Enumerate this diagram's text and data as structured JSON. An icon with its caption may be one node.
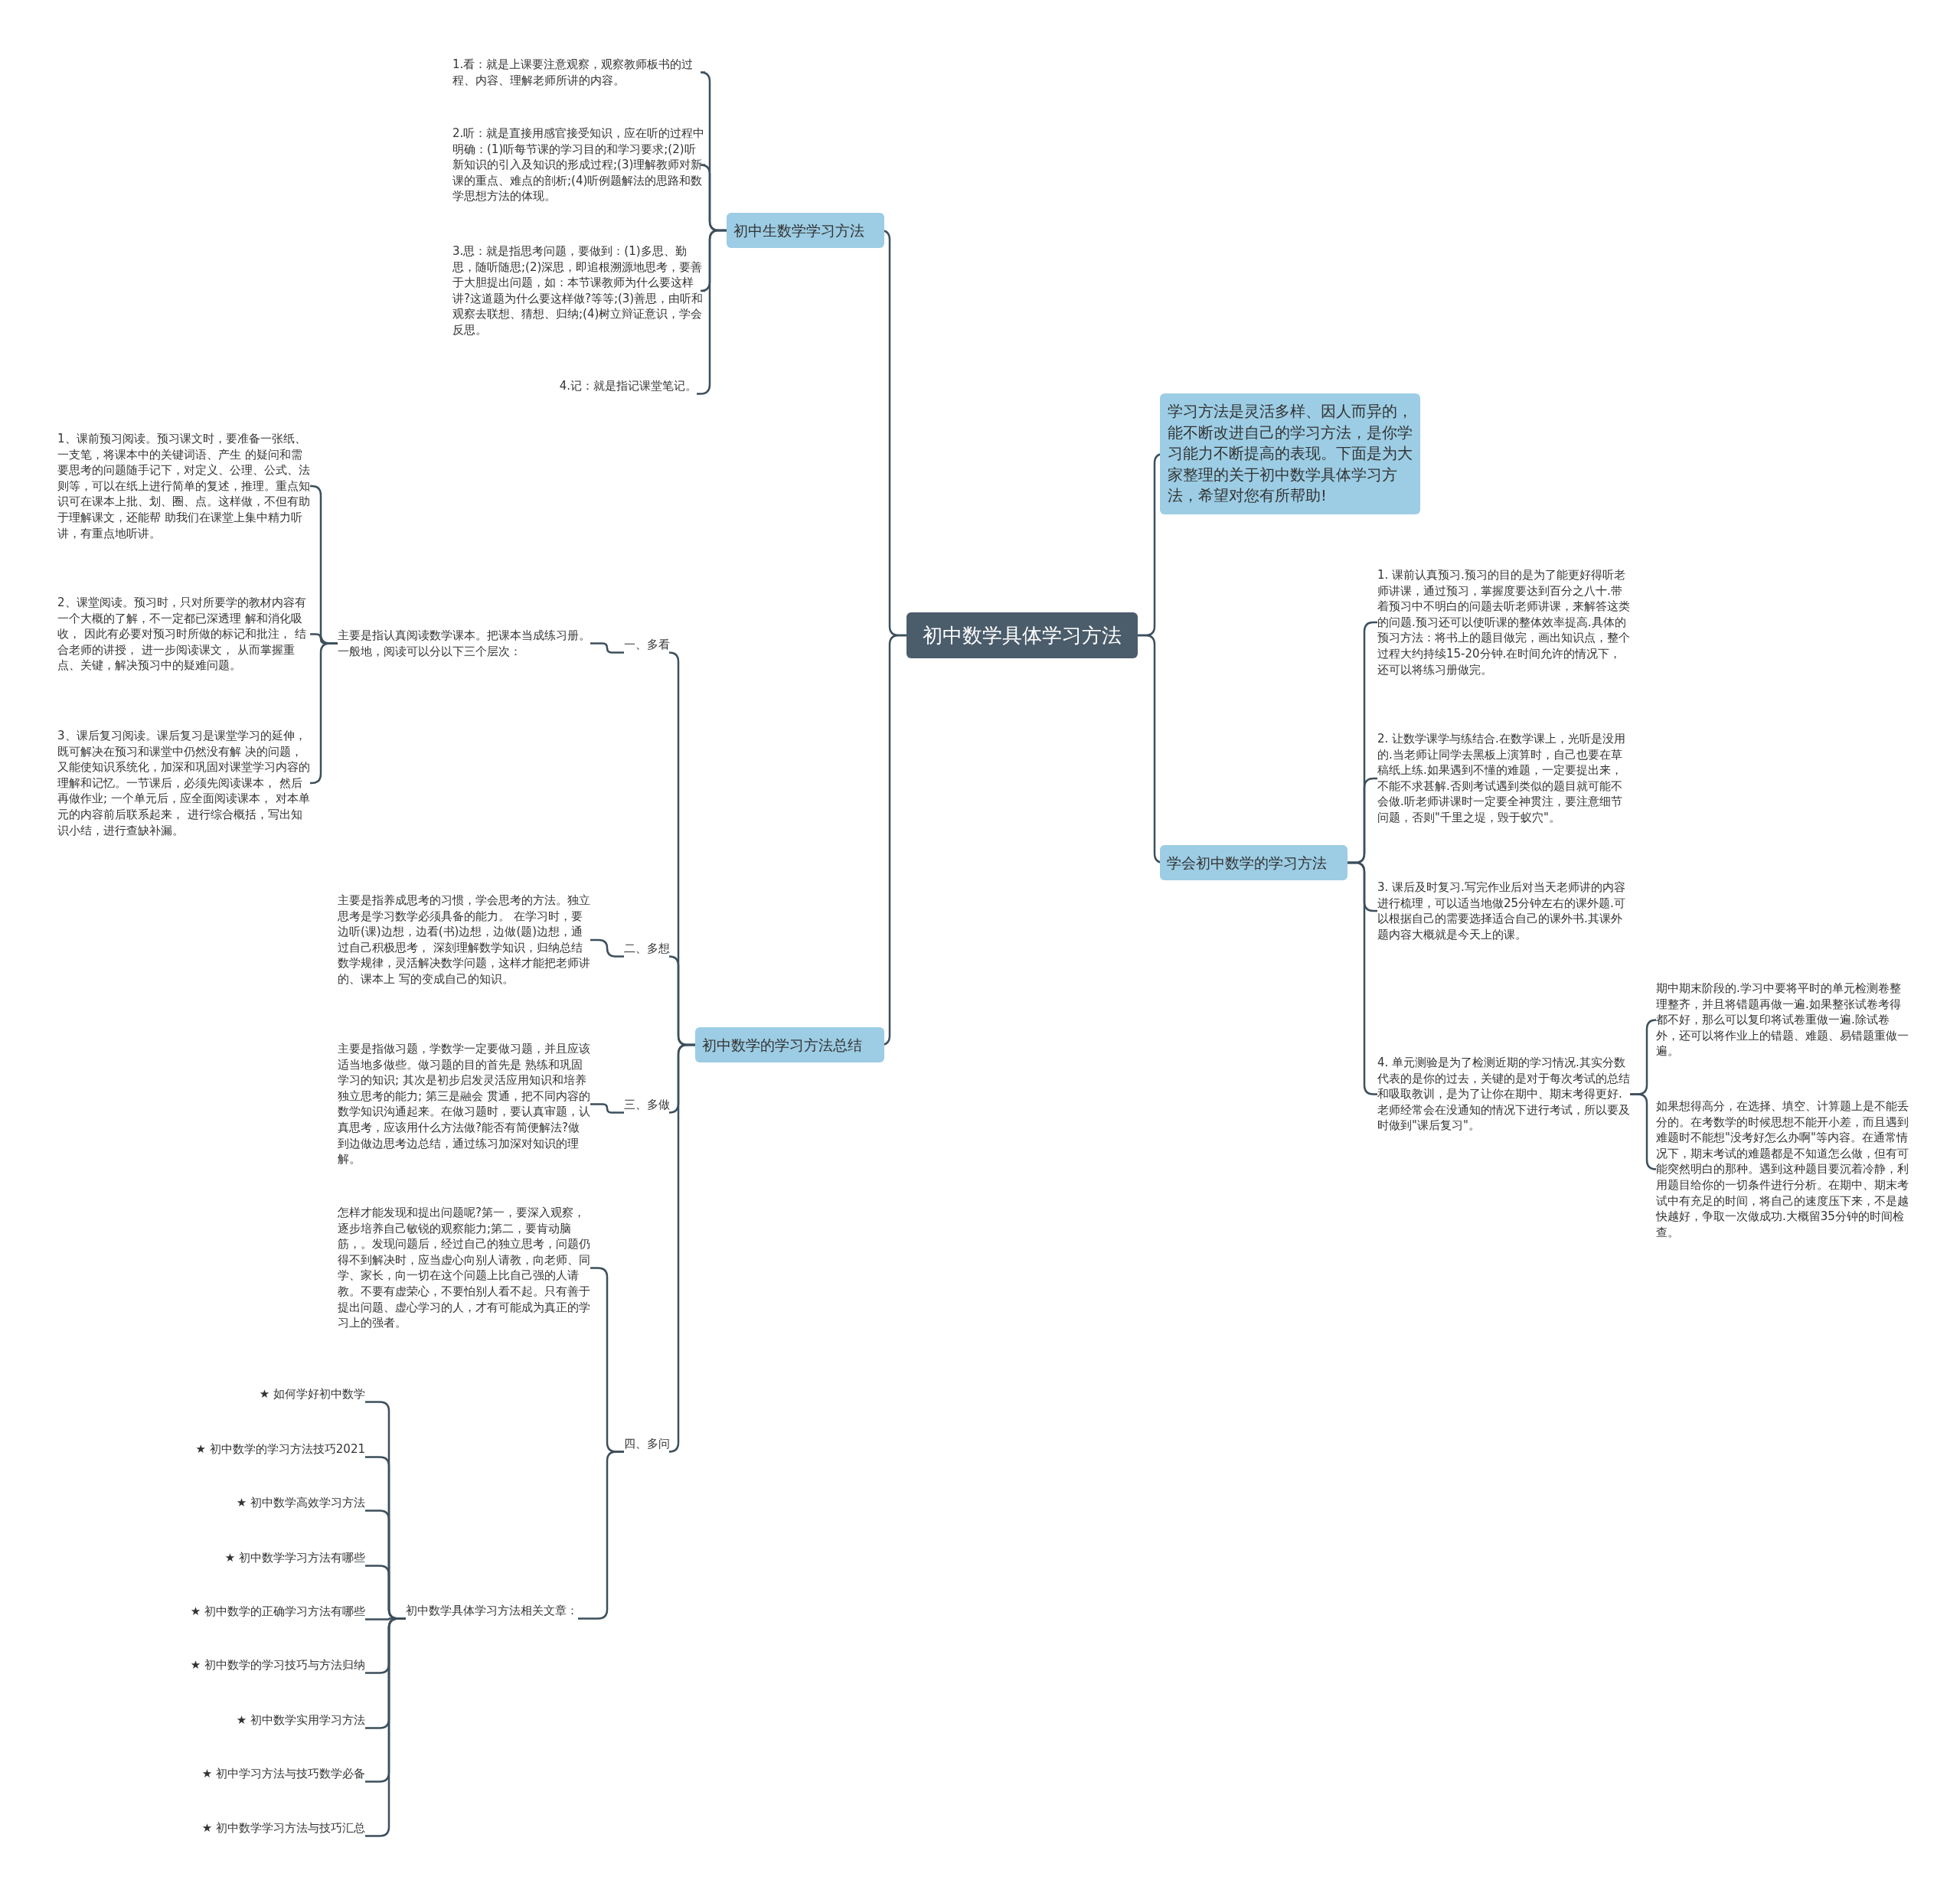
{
  "diagram": {
    "nodes": [
      {
        "text": [
          "初中数学具体学习方法"
        ]
      },
      {
        "text": [
          "初中生数学学习方法"
        ]
      },
      {
        "text": [
          "1.看：就是上课要注意观察，观察教师板书的过程、内容、理解老师所讲的内容。"
        ]
      },
      {
        "text": [
          "2.听：就是直接用感官接受知识，应在听的过程中明确：(1)听每节课的学习目的和学习要求;(2)听新知识的引入及知识的形成过程;(3)理解教师对新课的重点、难点的剖析;(4)听例题解法的思路和数学思想方法的体现。"
        ]
      },
      {
        "text": [
          "3.思：就是指思考问题，要做到：(1)多思、勤思，随听随思;(2)深思，即追根溯源地思考，要善于大胆提出问题，如：本节课教师为什么要这样讲?这道题为什么要这样做?等等;(3)善思，由听和观察去联想、猜想、归纳;(4)树立辩证意识，学会反思。"
        ]
      },
      {
        "text": [
          "4.记：就是指记课堂笔记。"
        ]
      },
      {
        "text": [
          "初中数学的学习方法总结"
        ]
      },
      {
        "text": [
          "一、多看"
        ]
      },
      {
        "text": [
          "主要是指认真阅读数学课本。把课本当成练习册。一般地，阅读可以分以下三个层次："
        ]
      },
      {
        "text": [
          "1、课前预习阅读。预习课文时，要准备一张纸、一支笔，将课本中的关键词语、产生 的疑问和需要思考的问题随手记下，对定义、公理、公式、法则等，可以在纸上进行简单的复述，推理。重点知识可在课本上批、划、圈、点。这样做，不但有助于理解课文，还能帮 助我们在课堂上集中精力听讲，有重点地听讲。"
        ]
      },
      {
        "text": [
          "2、课堂阅读。预习时，只对所要学的教材内容有一个大概的了解，不一定都已深透理 解和消化吸收， 因此有必要对预习时所做的标记和批注， 结合老师的讲授， 进一步阅读课文， 从而掌握重点、关键，解决预习中的疑难问题。"
        ]
      },
      {
        "text": [
          "3、课后复习阅读。课后复习是课堂学习的延伸，既可解决在预习和课堂中仍然没有解 决的问题，又能使知识系统化，加深和巩固对课堂学习内容的理解和记忆。一节课后，必须先阅读课本， 然后再做作业; 一个单元后，应全面阅读课本， 对本单元的内容前后联系起来， 进行综合概括，写出知识小结，进行查缺补漏。"
        ]
      },
      {
        "text": [
          "二、多想"
        ]
      },
      {
        "text": [
          "主要是指养成思考的习惯，学会思考的方法。独立思考是学习数学必须具备的能力。 在学习时，要边听(课)边想，边看(书)边想，边做(题)边想，通过自己积极思考， 深刻理解数学知识，归纳总结数学规律，灵活解决数学问题，这样才能把老师讲的、课本上 写的变成自己的知识。"
        ]
      },
      {
        "text": [
          "三、多做"
        ]
      },
      {
        "text": [
          "主要是指做习题，学数学一定要做习题，并且应该适当地多做些。做习题的目的首先是 熟练和巩固学习的知识; 其次是初步启发灵活应用知识和培养独立思考的能力; 第三是融会 贯通，把不同内容的数学知识沟通起来。在做习题时，要认真审题，认真思考，应该用什么方法做?能否有简便解法?做到边做边思考边总结，通过练习加深对知识的理解。"
        ]
      },
      {
        "text": [
          "四、多问"
        ]
      },
      {
        "text": [
          "怎样才能发现和提出问题呢?第一，要深入观察，逐步培养自己敏锐的观察能力;第二，要肯动脑筋，。发现问题后，经过自己的独立思考，问题仍得不到解决时，应当虚心向别人请教，向老师、同学、家长，向一切在这个问题上比自己强的人请教。不要有虚荣心，不要怕别人看不起。只有善于提出问题、虚心学习的人，才有可能成为真正的学习上的强者。"
        ]
      },
      {
        "text": [
          "初中数学具体学习方法相关文章："
        ]
      },
      {
        "text": [
          "★ 如何学好初中数学"
        ]
      },
      {
        "text": [
          "★ 初中数学的学习方法技巧2021"
        ]
      },
      {
        "text": [
          "★ 初中数学高效学习方法"
        ]
      },
      {
        "text": [
          "★ 初中数学学习方法有哪些"
        ]
      },
      {
        "text": [
          "★ 初中数学的正确学习方法有哪些"
        ]
      },
      {
        "text": [
          "★ 初中数学的学习技巧与方法归纳"
        ]
      },
      {
        "text": [
          "★ 初中数学实用学习方法"
        ]
      },
      {
        "text": [
          "★ 初中学习方法与技巧数学必备"
        ]
      },
      {
        "text": [
          "★ 初中数学学习方法与技巧汇总"
        ]
      },
      {
        "text": [
          "学习方法是灵活多样、因人而异的，能不断改进自己的学习方法，是你学习能力不断提高的表现。下面是为大家整理的关于初中数学具体学习方法，希望对您有所帮助!"
        ]
      },
      {
        "text": [
          "学会初中数学的学习方法"
        ]
      },
      {
        "text": [
          "1. 课前认真预习.预习的目的是为了能更好得听老师讲课，通过预习，掌握度要达到百分之八十.带着预习中不明白的问题去听老师讲课，来解答这类的问题.预习还可以使听课的整体效率提高.具体的预习方法：将书上的题目做完，画出知识点，整个过程大约持续15-20分钟.在时间允许的情况下，还可以将练习册做完。"
        ]
      },
      {
        "text": [
          "2. 让数学课学与练结合.在数学课上，光听是没用的.当老师让同学去黑板上演算时，自己也要在草稿纸上练.如果遇到不懂的难题，一定要提出来，不能不求甚解.否则考试遇到类似的题目就可能不会做.听老师讲课时一定要全神贯注，要注意细节问题，否则\"千里之堤，毁于蚁穴\"。"
        ]
      },
      {
        "text": [
          "3. 课后及时复习.写完作业后对当天老师讲的内容进行梳理，可以适当地做25分钟左右的课外题.可以根据自己的需要选择适合自己的课外书.其课外题内容大概就是今天上的课。"
        ]
      },
      {
        "text": [
          "4. 单元测验是为了检测近期的学习情况.其实分数代表的是你的过去，关键的是对于每次考试的总结和吸取教训，是为了让你在期中、期末考得更好.老师经常会在没通知的情况下进行考试，所以要及时做到\"课后复习\"。"
        ]
      },
      {
        "text": [
          "期中期末阶段的.学习中要将平时的单元检测卷整理整齐，并且将错题再做一遍.如果整张试卷考得都不好，那么可以复印将试卷重做一遍.除试卷外，还可以将作业上的错题、难题、易错题重做一遍。"
        ]
      },
      {
        "text": [
          "如果想得高分，在选择、填空、计算题上是不能丢分的。在考数学的时候思想不能开小差，而且遇到难题时不能想\"没考好怎么办啊\"等内容。在通常情况下，期末考试的难题都是不知道怎么做，但有可能突然明白的那种。遇到这种题目要沉着冷静，利用题目给你的一切条件进行分析。在期中、期末考试中有充足的时间，将自己的速度压下来，不是越快越好，争取一次做成功.大概留35分钟的时间检查。"
        ]
      }
    ],
    "edges": [
      {
        "from": 0,
        "to": 1,
        "arrow": "none"
      },
      {
        "from": 1,
        "to": 2,
        "arrow": "none"
      },
      {
        "from": 1,
        "to": 3,
        "arrow": "none"
      },
      {
        "from": 1,
        "to": 4,
        "arrow": "none"
      },
      {
        "from": 1,
        "to": 5,
        "arrow": "none"
      },
      {
        "from": 0,
        "to": 6,
        "arrow": "none"
      },
      {
        "from": 6,
        "to": 7,
        "arrow": "none"
      },
      {
        "from": 7,
        "to": 8,
        "arrow": "none"
      },
      {
        "from": 8,
        "to": 9,
        "arrow": "none"
      },
      {
        "from": 8,
        "to": 10,
        "arrow": "none"
      },
      {
        "from": 8,
        "to": 11,
        "arrow": "none"
      },
      {
        "from": 6,
        "to": 12,
        "arrow": "none"
      },
      {
        "from": 12,
        "to": 13,
        "arrow": "none"
      },
      {
        "from": 6,
        "to": 14,
        "arrow": "none"
      },
      {
        "from": 14,
        "to": 15,
        "arrow": "none"
      },
      {
        "from": 6,
        "to": 16,
        "arrow": "none"
      },
      {
        "from": 16,
        "to": 17,
        "arrow": "none"
      },
      {
        "from": 16,
        "to": 18,
        "arrow": "none"
      },
      {
        "from": 18,
        "to": 19,
        "arrow": "none"
      },
      {
        "from": 18,
        "to": 20,
        "arrow": "none"
      },
      {
        "from": 18,
        "to": 21,
        "arrow": "none"
      },
      {
        "from": 18,
        "to": 22,
        "arrow": "none"
      },
      {
        "from": 18,
        "to": 23,
        "arrow": "none"
      },
      {
        "from": 18,
        "to": 24,
        "arrow": "none"
      },
      {
        "from": 18,
        "to": 25,
        "arrow": "none"
      },
      {
        "from": 18,
        "to": 26,
        "arrow": "none"
      },
      {
        "from": 18,
        "to": 27,
        "arrow": "none"
      },
      {
        "from": 0,
        "to": 28,
        "arrow": "none"
      },
      {
        "from": 0,
        "to": 29,
        "arrow": "none"
      },
      {
        "from": 29,
        "to": 30,
        "arrow": "none"
      },
      {
        "from": 29,
        "to": 31,
        "arrow": "none"
      },
      {
        "from": 29,
        "to": 32,
        "arrow": "none"
      },
      {
        "from": 29,
        "to": 33,
        "arrow": "none"
      },
      {
        "from": 33,
        "to": 34,
        "arrow": "none"
      },
      {
        "from": 33,
        "to": 35,
        "arrow": "none"
      }
    ]
  }
}
